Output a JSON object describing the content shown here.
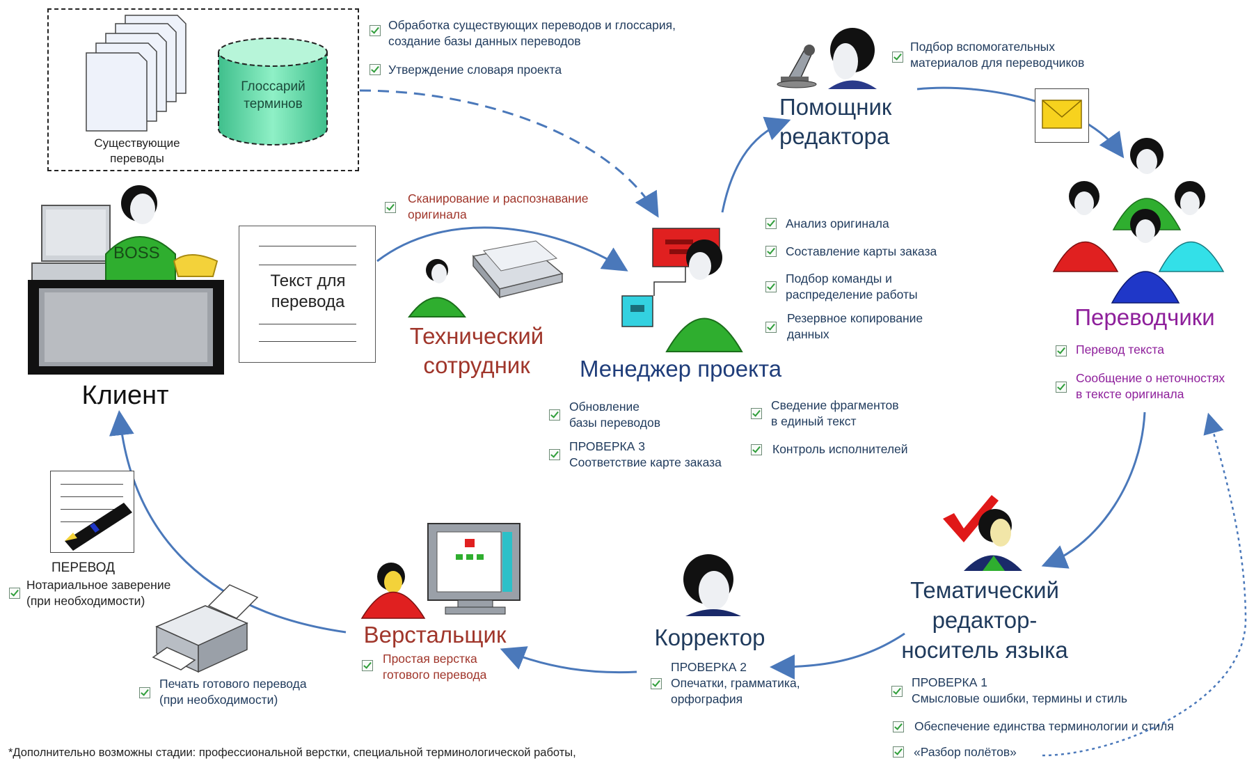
{
  "existing_box": {
    "docs_caption": "Существующие\nпереводы",
    "glossary_caption": "Глоссарий\nтерминов",
    "tasks": [
      "Обработка существующих переводов и глоссария,\nсоздание базы данных переводов",
      "Утверждение словаря проекта"
    ]
  },
  "client": {
    "title": "Клиент",
    "boss_label": "BOSS",
    "doc_caption": "Текст для\nперевода"
  },
  "tech": {
    "title": "Технический\nсотрудник",
    "task": "Сканирование и распознавание\nоригинала"
  },
  "manager": {
    "title": "Менеджер проекта",
    "tasks_right": [
      "Анализ оригинала",
      "Составление карты заказа",
      "Подбор команды и\nраспределение работы",
      "Резервное копирование\nданных"
    ],
    "tasks_bottom_left": [
      "Обновление\nбазы переводов",
      "ПРОВЕРКА 3\nСоответствие карте заказа"
    ],
    "tasks_bottom_right": [
      "Сведение фрагментов\nв единый текст",
      "Контроль исполнителей"
    ]
  },
  "assistant": {
    "title": "Помощник\nредактора",
    "task": "Подбор вспомогательных\nматериалов для переводчиков"
  },
  "translators": {
    "title": "Переводчики",
    "tasks": [
      "Перевод текста",
      "Сообщение о неточностях\nв тексте оригинала"
    ]
  },
  "editor": {
    "title": "Тематический\nредактор-\nноситель языка",
    "tasks": [
      "ПРОВЕРКА 1\nСмысловые ошибки, термины и стиль",
      "Обеспечение единства терминологии и стиля",
      "«Разбор полётов»"
    ]
  },
  "proofreader": {
    "title": "Корректор",
    "tasks": [
      "ПРОВЕРКА 2\nОпечатки, грамматика,\nорфография"
    ]
  },
  "layout": {
    "title": "Верстальщик",
    "tasks": [
      "Простая верстка\nготового перевода"
    ]
  },
  "printing": {
    "task": "Печать готового перевода\n(при необходимости)"
  },
  "translation_doc": {
    "caption": "ПЕРЕВОД",
    "task": "Нотариальное заверение\n(при необходимости)"
  },
  "footnote": "*Дополнительно возможны стадии: профессиональной верстки, специальной терминологической работы,"
}
